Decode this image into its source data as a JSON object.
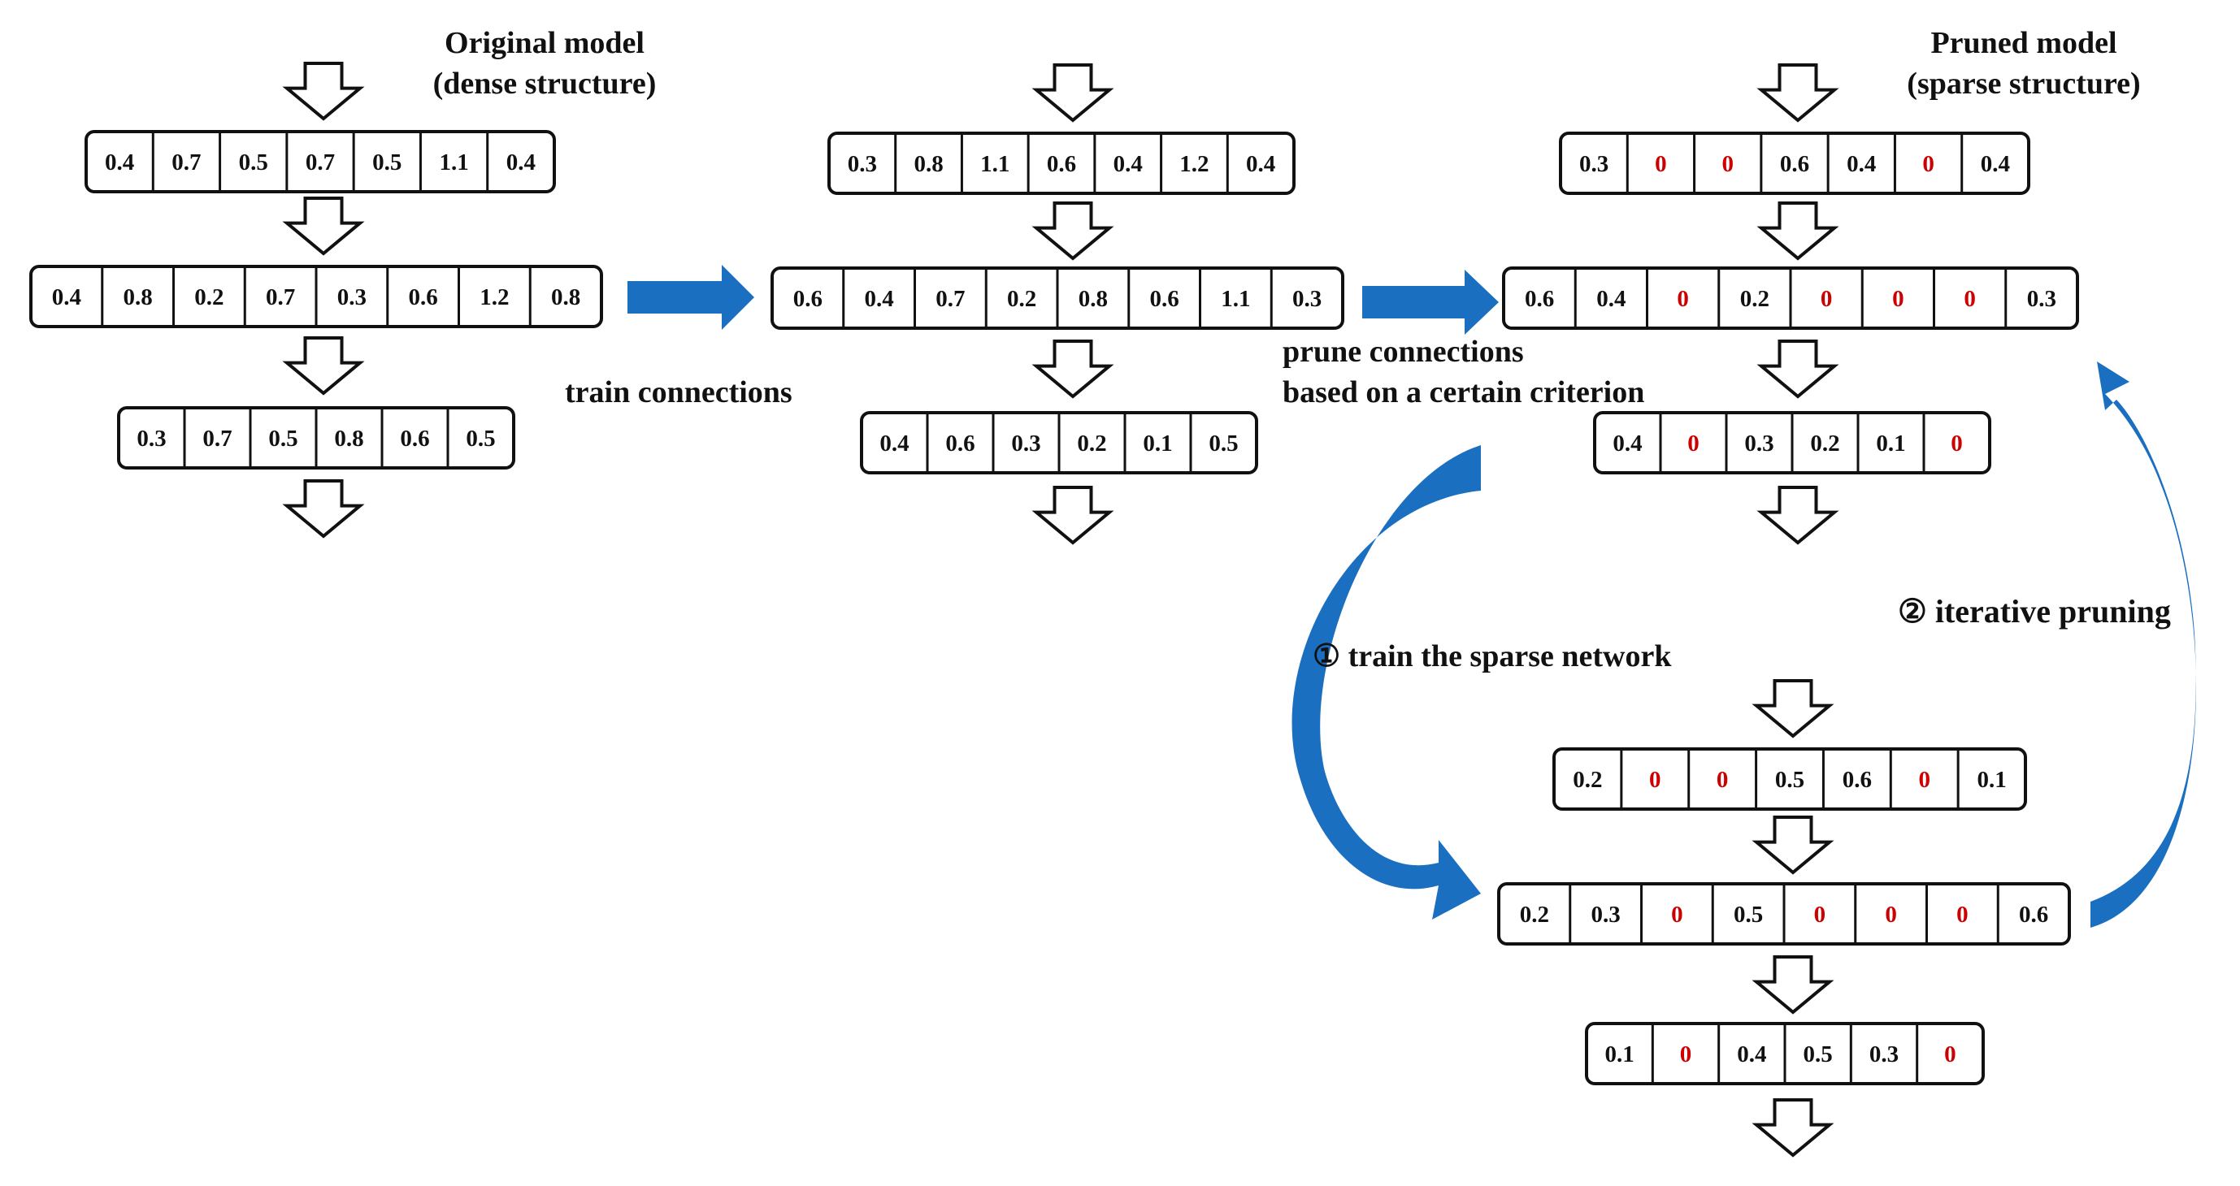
{
  "labels": {
    "original_title_1": "Original  model",
    "original_title_2": "(dense structure)",
    "pruned_title_1": "Pruned  model",
    "pruned_title_2": "(sparse structure)",
    "train_connections": "train connections",
    "prune_line_1": "prune connections",
    "prune_line_2": "based on a certain criterion",
    "train_sparse": "① train the sparse network",
    "iterative_pruning": "② iterative pruning"
  },
  "colors": {
    "zero_text": "#cc0000",
    "value_text": "#111111",
    "arrow_blue": "#1b6fc0",
    "border": "#111111"
  },
  "networks": [
    {
      "id": "original",
      "layers": [
        [
          "0.4",
          "0.7",
          "0.5",
          "0.7",
          "0.5",
          "1.1",
          "0.4"
        ],
        [
          "0.4",
          "0.8",
          "0.2",
          "0.7",
          "0.3",
          "0.6",
          "1.2",
          "0.8"
        ],
        [
          "0.3",
          "0.7",
          "0.5",
          "0.8",
          "0.6",
          "0.5"
        ]
      ]
    },
    {
      "id": "trained",
      "layers": [
        [
          "0.3",
          "0.8",
          "1.1",
          "0.6",
          "0.4",
          "1.2",
          "0.4"
        ],
        [
          "0.6",
          "0.4",
          "0.7",
          "0.2",
          "0.8",
          "0.6",
          "1.1",
          "0.3"
        ],
        [
          "0.4",
          "0.6",
          "0.3",
          "0.2",
          "0.1",
          "0.5"
        ]
      ]
    },
    {
      "id": "pruned",
      "layers": [
        [
          "0.3",
          "0",
          "0",
          "0.6",
          "0.4",
          "0",
          "0.4"
        ],
        [
          "0.6",
          "0.4",
          "0",
          "0.2",
          "0",
          "0",
          "0",
          "0.3"
        ],
        [
          "0.4",
          "0",
          "0.3",
          "0.2",
          "0.1",
          "0"
        ]
      ]
    },
    {
      "id": "retrained",
      "layers": [
        [
          "0.2",
          "0",
          "0",
          "0.5",
          "0.6",
          "0",
          "0.1"
        ],
        [
          "0.2",
          "0.3",
          "0",
          "0.5",
          "0",
          "0",
          "0",
          "0.6"
        ],
        [
          "0.1",
          "0",
          "0.4",
          "0.5",
          "0.3",
          "0"
        ]
      ]
    }
  ]
}
